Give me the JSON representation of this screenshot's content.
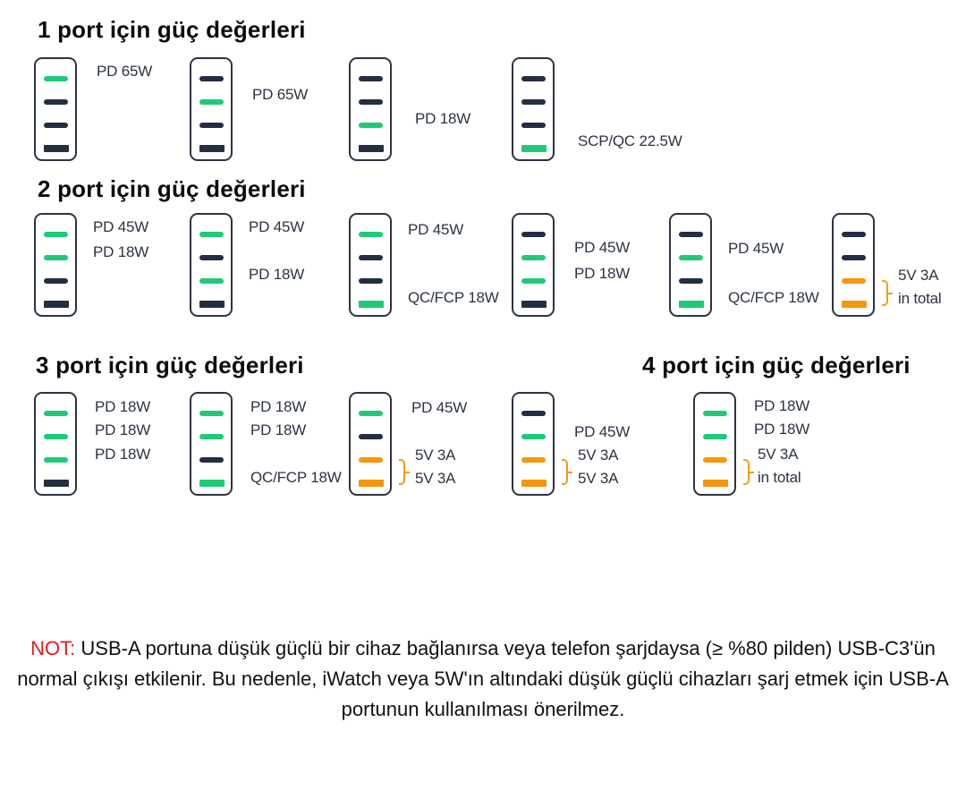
{
  "colors": {
    "active_c": "#20c97a",
    "inactive": "#232f40",
    "low_power": "#f5960f",
    "frame": "#2b3443",
    "label": "#2b3443",
    "note_label": "#e51919"
  },
  "sections": [
    {
      "title": "1 port için güç değerleri"
    },
    {
      "title": "2 port için güç değerleri"
    },
    {
      "title": "3 port için güç değerleri"
    },
    {
      "title": "4 port için güç değerleri"
    }
  ],
  "chargers": [
    {
      "section": 0,
      "ports": [
        "g",
        "d",
        "d",
        "d"
      ],
      "labels": [
        "PD 65W"
      ],
      "braces": []
    },
    {
      "section": 0,
      "ports": [
        "d",
        "g",
        "d",
        "d"
      ],
      "labels": [
        "PD 65W"
      ],
      "braces": []
    },
    {
      "section": 0,
      "ports": [
        "d",
        "d",
        "g",
        "d"
      ],
      "labels": [
        "PD 18W"
      ],
      "braces": []
    },
    {
      "section": 0,
      "ports": [
        "d",
        "d",
        "d",
        "g"
      ],
      "labels": [
        "SCP/QC 22.5W"
      ],
      "braces": []
    },
    {
      "section": 1,
      "ports": [
        "g",
        "g",
        "d",
        "d"
      ],
      "labels": [
        "PD 45W",
        "PD 18W"
      ],
      "braces": []
    },
    {
      "section": 1,
      "ports": [
        "g",
        "d",
        "g",
        "d"
      ],
      "labels": [
        "PD 45W",
        "PD 18W"
      ],
      "braces": []
    },
    {
      "section": 1,
      "ports": [
        "g",
        "d",
        "d",
        "g"
      ],
      "labels": [
        "PD 45W",
        "QC/FCP 18W"
      ],
      "braces": []
    },
    {
      "section": 1,
      "ports": [
        "d",
        "g",
        "g",
        "d"
      ],
      "labels": [
        "PD 45W",
        "PD 18W"
      ],
      "braces": []
    },
    {
      "section": 1,
      "ports": [
        "d",
        "g",
        "d",
        "g"
      ],
      "labels": [
        "PD 45W",
        "QC/FCP 18W"
      ],
      "braces": []
    },
    {
      "section": 1,
      "ports": [
        "d",
        "d",
        "o",
        "o"
      ],
      "labels": [
        "5V 3A",
        "in total"
      ],
      "braces": [
        1
      ]
    },
    {
      "section": 2,
      "ports": [
        "g",
        "g",
        "g",
        "d"
      ],
      "labels": [
        "PD 18W",
        "PD 18W",
        "PD 18W"
      ],
      "braces": []
    },
    {
      "section": 2,
      "ports": [
        "g",
        "g",
        "d",
        "g"
      ],
      "labels": [
        "PD 18W",
        "PD 18W",
        "QC/FCP 18W"
      ],
      "braces": []
    },
    {
      "section": 2,
      "ports": [
        "g",
        "d",
        "o",
        "o"
      ],
      "labels": [
        "PD 45W",
        "5V 3A",
        "5V 3A"
      ],
      "braces": [
        1
      ]
    },
    {
      "section": 2,
      "ports": [
        "d",
        "g",
        "o",
        "o"
      ],
      "labels": [
        "PD 45W",
        "5V 3A",
        "5V 3A"
      ],
      "braces": [
        1
      ]
    },
    {
      "section": 3,
      "ports": [
        "g",
        "g",
        "o",
        "o"
      ],
      "labels": [
        "PD 18W",
        "PD 18W",
        "5V 3A",
        "in total"
      ],
      "braces": [
        1
      ]
    }
  ],
  "note": {
    "label": "NOT:",
    "text": " USB-A portuna düşük güçlü bir cihaz bağlanırsa veya telefon şarjdaysa (≥ %80 pilden) USB-C3'ün normal çıkışı etkilenir. Bu nedenle, iWatch veya 5W'ın altındaki düşük güçlü cihazları şarj etmek için USB-A portunun kullanılması önerilmez."
  }
}
